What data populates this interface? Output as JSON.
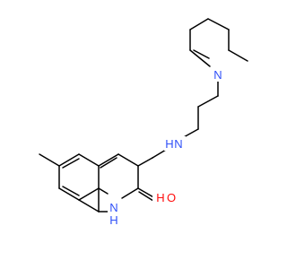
{
  "molecule": {
    "atom_labels": {
      "amine_tertiary": "N",
      "amine_secondary": "H",
      "amine_secondary_n": "N",
      "lactam_nh_h": "H",
      "lactam_nh_n": "N",
      "carbonyl_o": "O",
      "hydroxyl_h": "H"
    },
    "colors": {
      "bond": "#000000",
      "nitrogen": "#3050F8",
      "oxygen": "#FF0D0D",
      "background": "#ffffff"
    }
  }
}
